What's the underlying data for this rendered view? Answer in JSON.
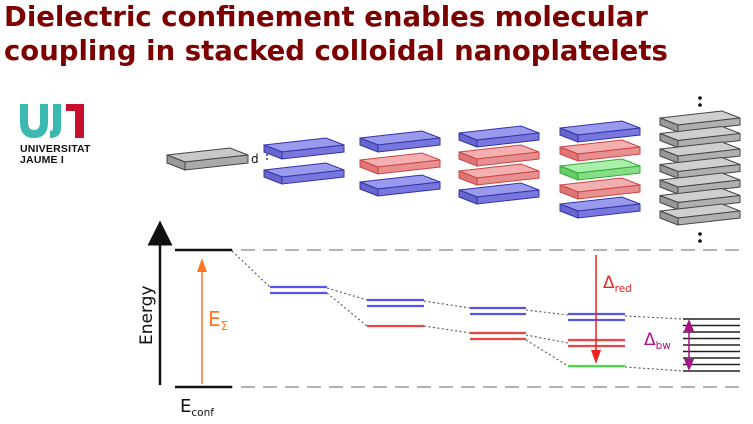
{
  "title": {
    "line1": "Dielectric confinement enables molecular",
    "line2": "coupling in stacked colloidal nanoplatelets"
  },
  "logo": {
    "line1": "UNIVERSITAT",
    "line2": "JAUME I",
    "colors": {
      "teal": "#3bb8b0",
      "red": "#c8102e"
    }
  },
  "diagram": {
    "separation_label": "d",
    "y_axis_label": "Energy",
    "sum_label": "E",
    "sum_sub": "Σ",
    "conf_label": "E",
    "conf_sub": "conf",
    "red_label": "Δ",
    "red_sub": "red",
    "bw_label": "Δ",
    "bw_sub": "bw",
    "colors": {
      "blue": "#5555ee",
      "red": "#ee4444",
      "green": "#44dd44",
      "orange": "#ff7722",
      "magenta": "#aa1188",
      "gray": "#888888"
    }
  }
}
